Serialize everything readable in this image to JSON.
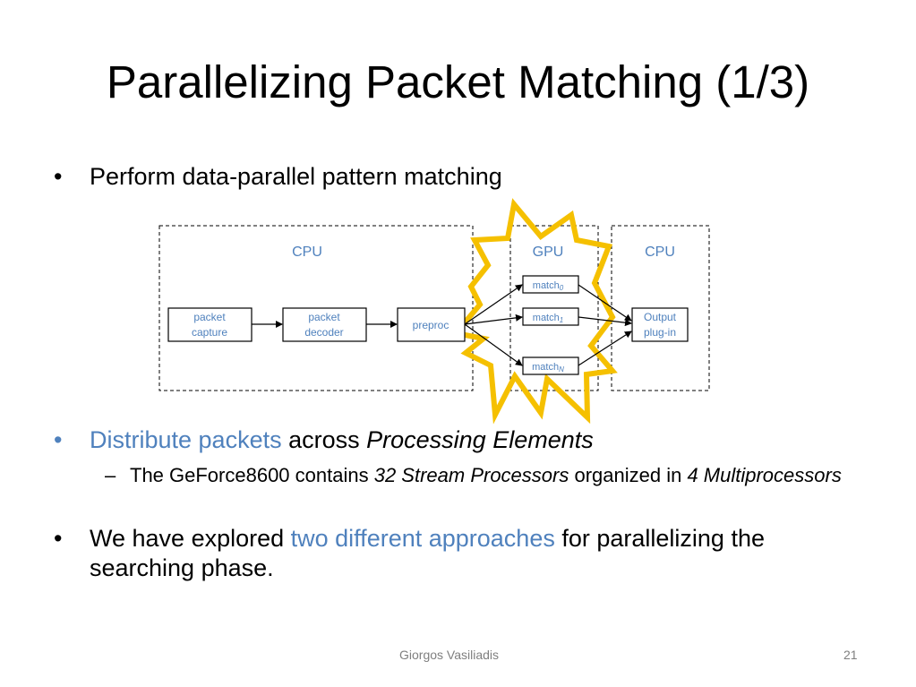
{
  "slide": {
    "title": "Parallelizing Packet Matching (1/3)",
    "bullet1": "Perform data-parallel pattern matching",
    "bullet2": {
      "highlight": "Distribute packets",
      "middle": " across ",
      "italic": "Processing Elements"
    },
    "sub_bullet": {
      "dash": "–",
      "part1": "The GeForce8600 contains ",
      "italic1": "32 Stream Processors",
      "part2": " organized in ",
      "italic2": "4 Multiprocessors"
    },
    "bullet3": {
      "part1": "We have explored ",
      "highlight": "two different approaches",
      "part2": " for parallelizing the searching phase."
    },
    "bullet_symbol": "•",
    "footer_author": "Giorgos Vasiliadis",
    "page_number": "21"
  },
  "diagram": {
    "region_cpu_left": "CPU",
    "region_gpu": "GPU",
    "region_cpu_right": "CPU",
    "packet_capture": [
      "packet",
      "capture"
    ],
    "packet_decoder": [
      "packet",
      "decoder"
    ],
    "preproc": "preproc",
    "match0": {
      "base": "match",
      "sub": "0"
    },
    "match1": {
      "base": "match",
      "sub": "1"
    },
    "matchN": {
      "base": "match",
      "sub": "N"
    },
    "output_plugin": [
      "Output",
      "plug-in"
    ],
    "colors": {
      "accent": "#4f81bd",
      "burst": "#f5c000",
      "box": "#000000"
    }
  }
}
